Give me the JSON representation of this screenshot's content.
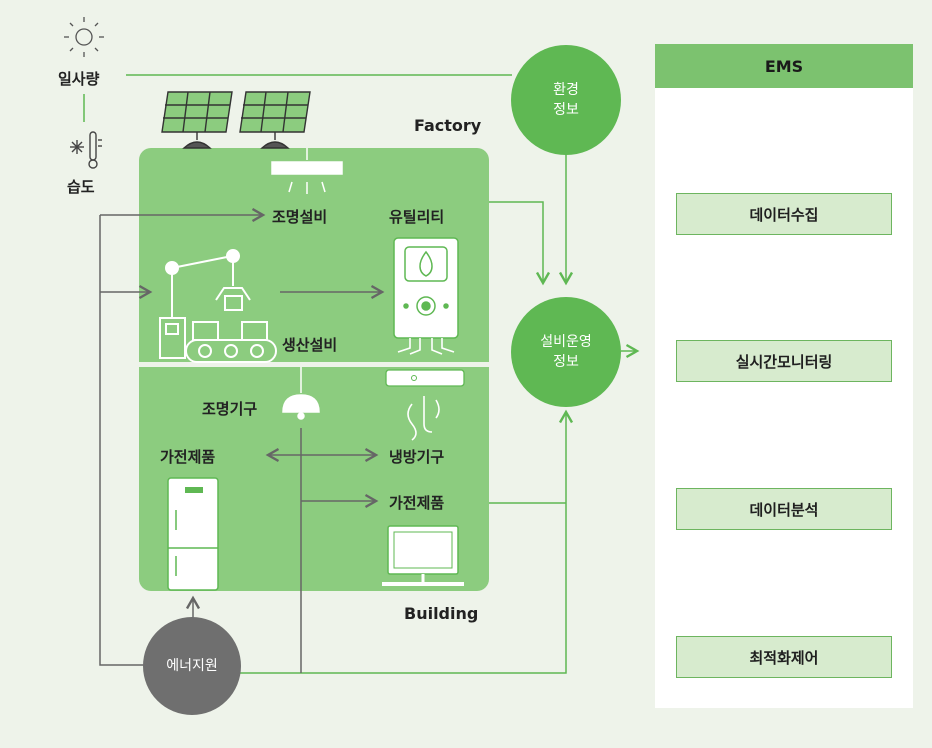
{
  "environment": {
    "sunlight": "일사량",
    "humidity": "습도"
  },
  "factory": {
    "title": "Factory",
    "lighting": "조명설비",
    "utility": "유틸리티",
    "production": "생산설비"
  },
  "building": {
    "title": "Building",
    "lamp": "조명기구",
    "appliance_left": "가전제품",
    "cooling": "냉방기구",
    "appliance_right": "가전제품"
  },
  "nodes": {
    "env_info": "환경\n정보",
    "ops_info": "설비운영\n정보",
    "energy": "에너지원"
  },
  "ems": {
    "title": "EMS",
    "steps": [
      "데이터수집",
      "실시간모니터링",
      "데이터분석",
      "최적화제어"
    ]
  },
  "colors": {
    "accent": "#5fb853",
    "zone": "#8ccc7f",
    "energy": "#6f6f6f"
  }
}
